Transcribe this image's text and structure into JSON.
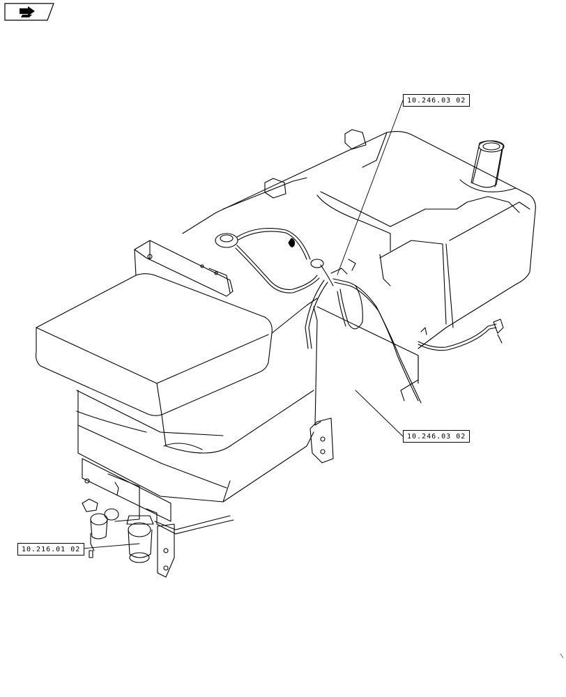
{
  "nav_tag": {
    "icon": "page-turn-arrow-icon"
  },
  "callouts": [
    {
      "id": "top-right",
      "label": "10.246.03 02"
    },
    {
      "id": "mid-right",
      "label": "10.246.03 02"
    },
    {
      "id": "left",
      "label": "10.216.01 02"
    }
  ],
  "colors": {
    "line": "#000000",
    "background": "#ffffff"
  }
}
